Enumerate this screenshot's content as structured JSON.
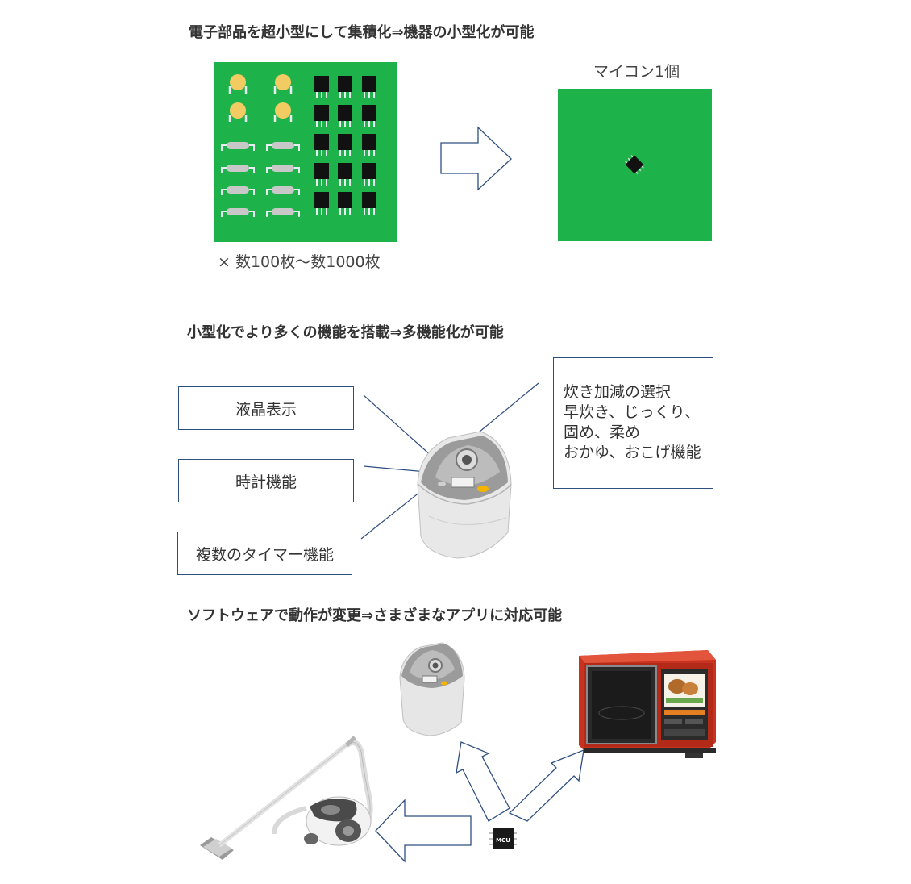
{
  "section1": {
    "heading": "電子部品を超小型にして集積化⇒機器の小型化が可能",
    "board_caption": "×  数100枚〜数1000枚",
    "mcu_caption": "マイコン1個"
  },
  "section2": {
    "heading": "小型化でより多くの機能を搭載⇒多機能化が可能",
    "labels": [
      "液晶表示",
      "時計機能",
      "複数のタイマー機能"
    ],
    "note_lines": [
      "炊き加減の選択",
      "早炊き、じっくり、",
      "固め、柔め",
      "おかゆ、おこげ機能"
    ]
  },
  "section3": {
    "heading": "ソフトウェアで動作が変更⇒さまざまなアプリに対応可能",
    "chip_label": "MCU"
  },
  "colors": {
    "board_green": "#1db34a",
    "label_border": "#2f4f7f",
    "arrow_stroke": "#2f4f7f",
    "microwave_red": "#c8321e"
  }
}
